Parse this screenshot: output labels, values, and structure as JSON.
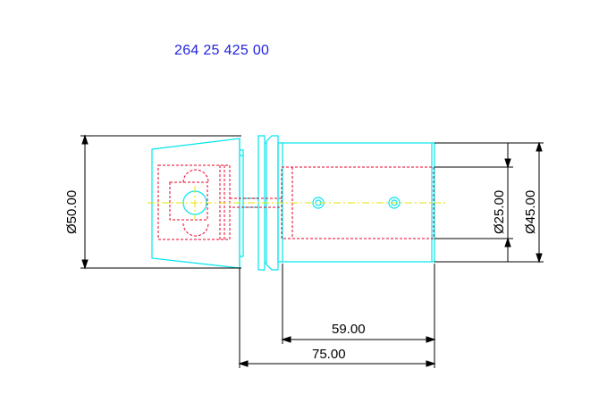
{
  "drawing": {
    "part_number": "264 25 425 00",
    "dimensions": {
      "dia_left": "Ø50.00",
      "dia_inner": "Ø25.00",
      "dia_outer": "Ø45.00",
      "length_short": "59.00",
      "length_long": "75.00"
    }
  },
  "colors": {
    "outline": "#00e5ee",
    "hidden": "#e8002a",
    "centerline": "#e6e600",
    "dimension": "#000000",
    "part_number_text": "#2222dd"
  }
}
